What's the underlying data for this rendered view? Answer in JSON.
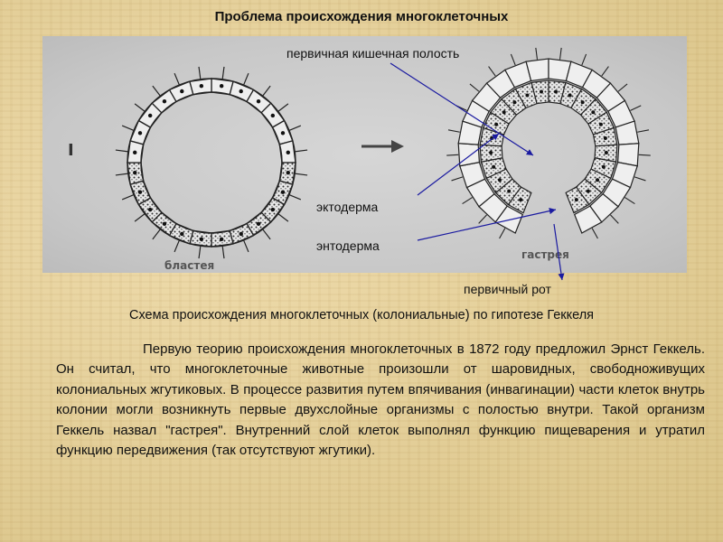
{
  "title": "Проблема происхождения многоклеточных",
  "labels": {
    "primary_cavity": "первичная кишечная полость",
    "ectoderm": "эктодерма",
    "endoderm": "энтодерма",
    "primary_mouth": "первичный рот"
  },
  "diagram": {
    "roman": "I",
    "blastula": "бластея",
    "gastraea": "гастрея"
  },
  "caption": "Схема происхождения многоклеточных (колониальные) по гипотезе Геккеля",
  "paragraph": "Первую теорию происхождения многоклеточных в 1872 году предложил Эрнст Геккель. Он считал, что многоклеточные животные произошли от шаровидных, свободноживущих колониальных жгутиковых. В процессе развития путем впячивания (инвагинации) части клеток внутрь колонии могли возникнуть первые двухслойные организмы с полостью внутри. Такой организм Геккель назвал \"гастрея\". Внутренний слой клеток выполнял функцию пищеварения и утратил функцию передвижения (так отсутствуют жгутики).",
  "colors": {
    "background": "#e6d3a0",
    "figure": "#cfcfcf",
    "arrow": "#1a1aa0"
  }
}
